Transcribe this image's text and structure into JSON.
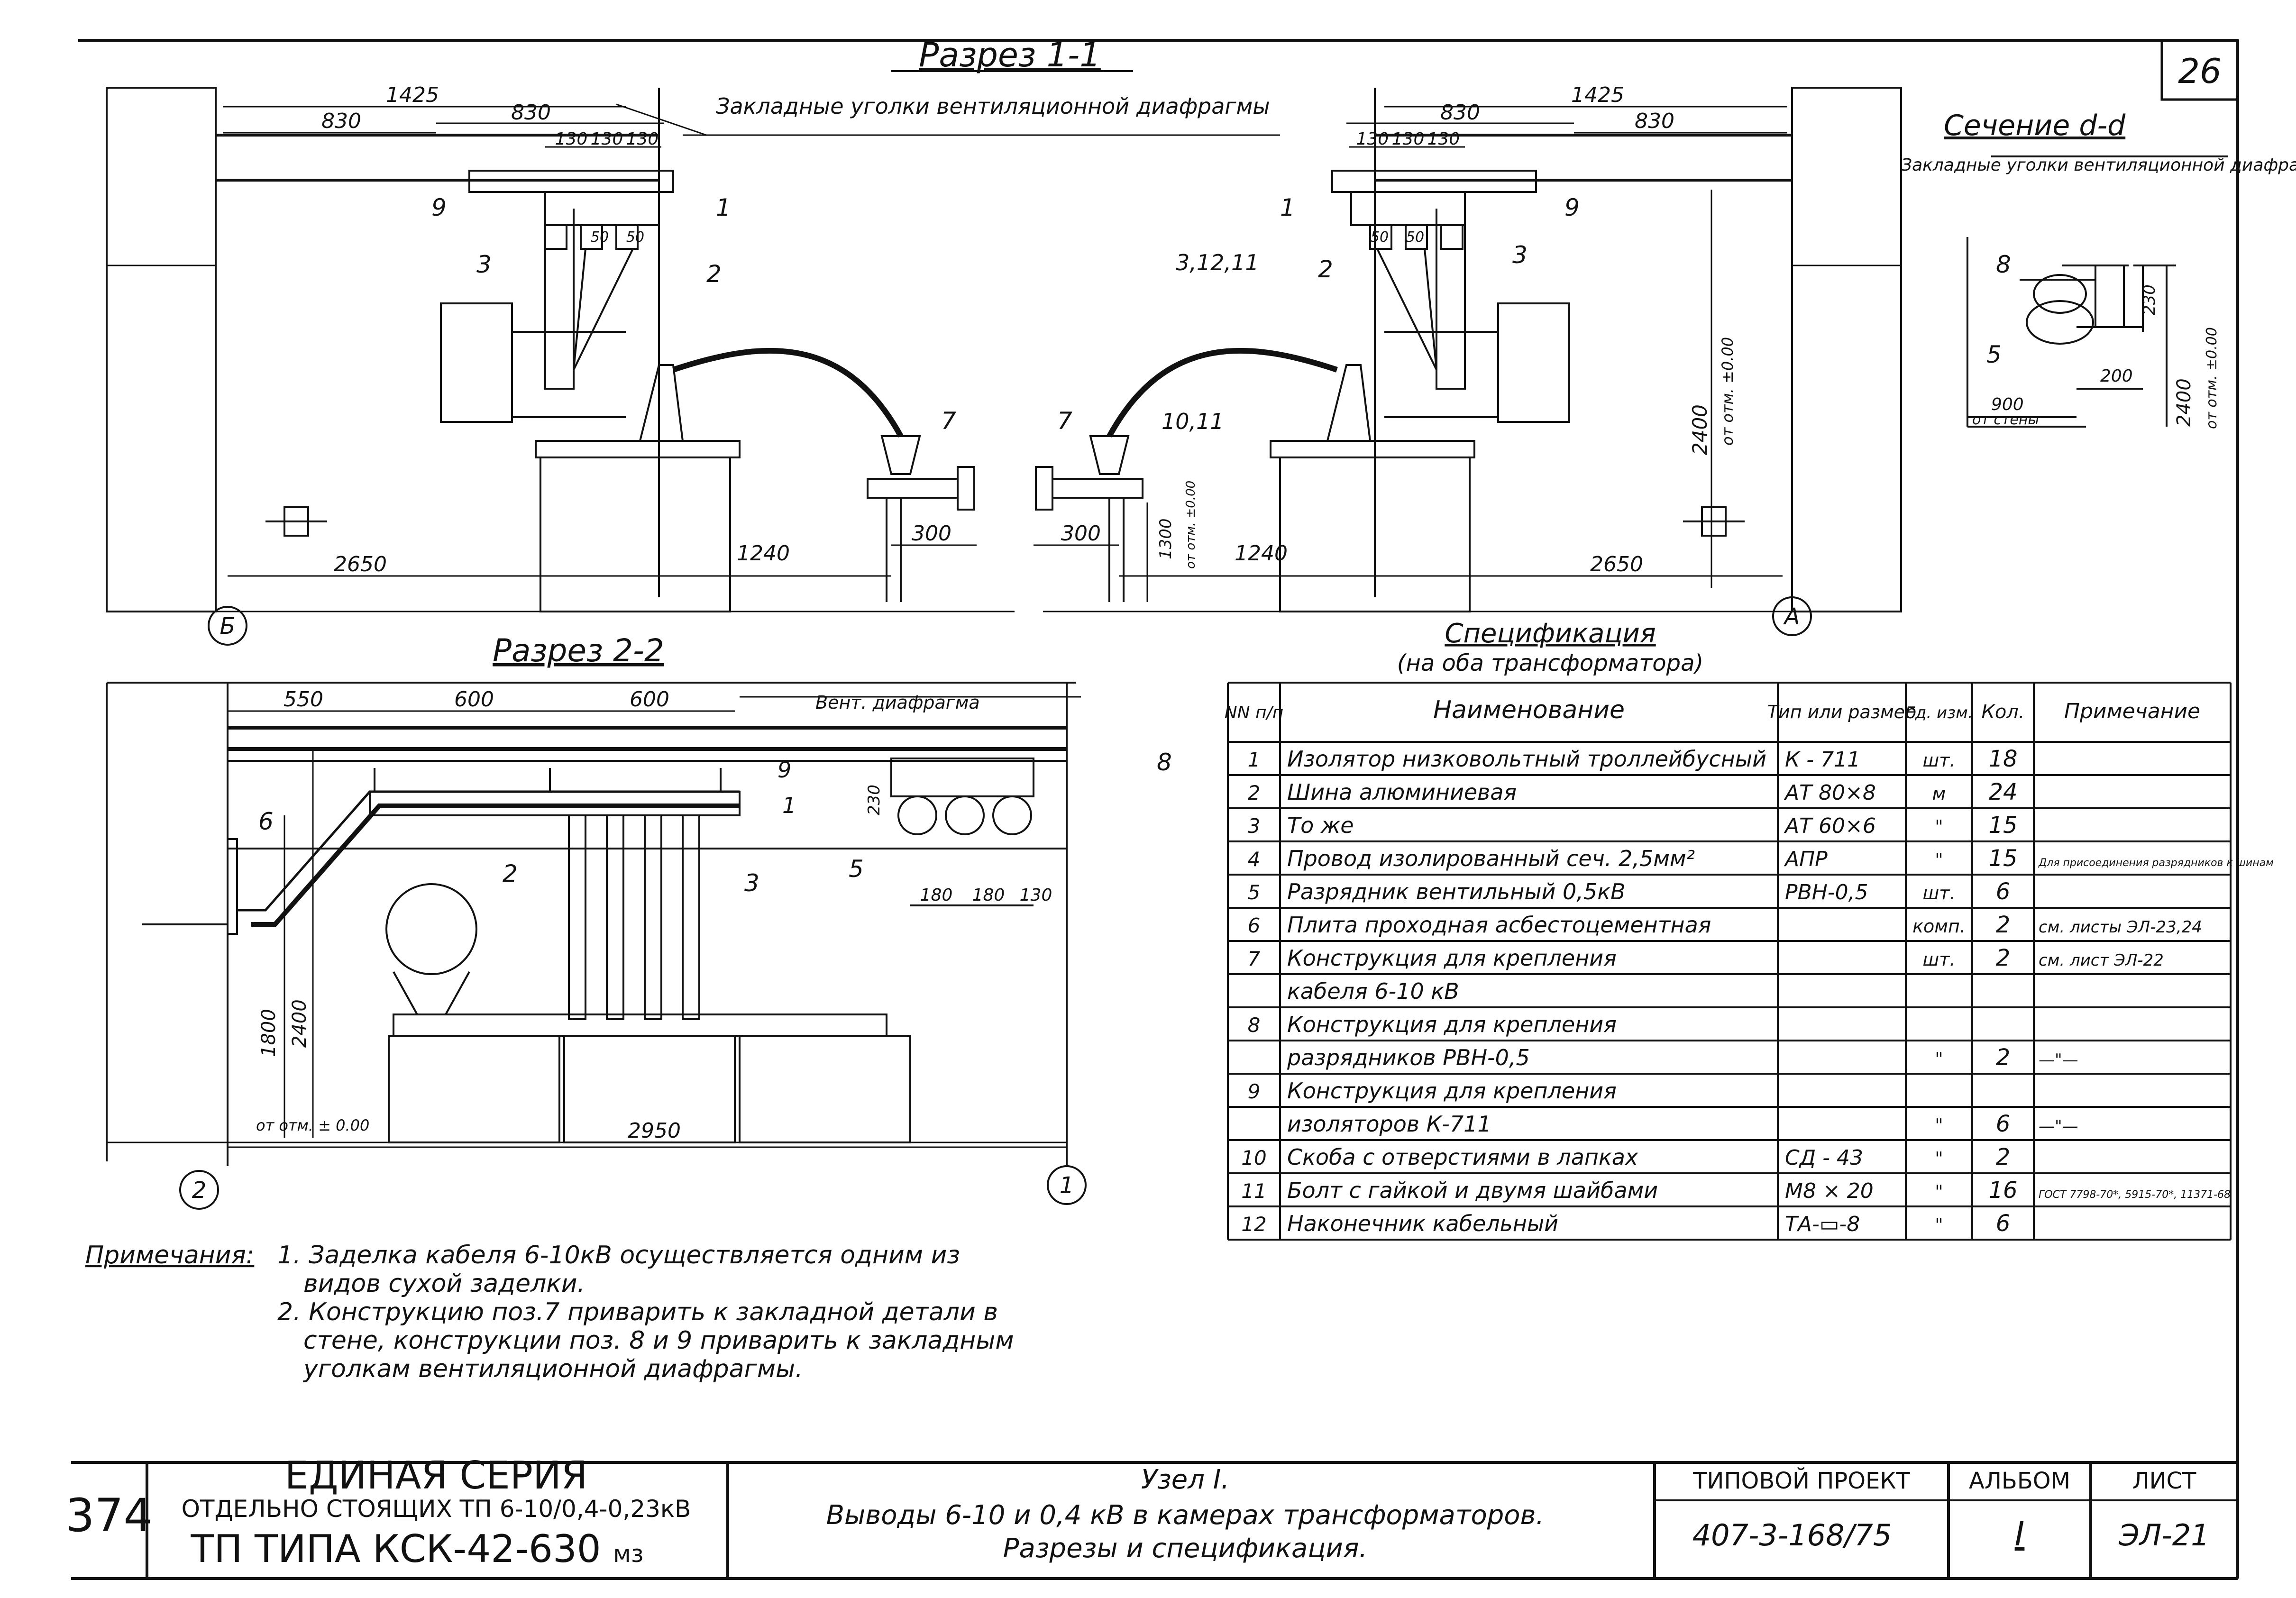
{
  "sheet": {
    "number": "26",
    "side_code": "374"
  },
  "section_11": {
    "title": "Разрез 1-1",
    "embedded_note": "Закладные уголки вентиляционной диафрагмы",
    "dim_1425": "1425",
    "dim_830": "830",
    "dim_130": "130",
    "dim_50": "50",
    "dim_2650": "2650",
    "dim_1240": "1240",
    "dim_300": "300",
    "dim_1300": "1300",
    "dim_1300_note": "от отм. ±0.00",
    "dim_2400": "2400",
    "dim_2400_note": "от отм. ±0.00",
    "pos_1": "1",
    "pos_2": "2",
    "pos_3": "3",
    "pos_7": "7",
    "pos_9": "9",
    "pos_3_12_11": "3,12,11",
    "pos_10_11": "10,11",
    "axis_b": "Б",
    "axis_a": "А"
  },
  "section_dd": {
    "title": "Сечение d-d",
    "note": "Закладные уголки вентиляционной диафрагмы.",
    "pos_8": "8",
    "pos_5": "5",
    "dim_230": "230",
    "dim_200": "200",
    "dim_900": "900",
    "dim_900_note": "от стены",
    "dim_2400": "2400",
    "dim_2400_note": "от отм. ±0.00"
  },
  "section_22": {
    "title": "Разрез 2-2",
    "vent_label": "Вент. диафрагма",
    "dim_550": "550",
    "dim_600": "600",
    "dim_230": "230",
    "dim_180": "180",
    "dim_130": "130",
    "dim_1800": "1800",
    "dim_2400": "2400",
    "dim_mark_note": "от отм. ± 0.00",
    "dim_2950": "2950",
    "pos_1": "1",
    "pos_2": "2",
    "pos_3": "3",
    "pos_5": "5",
    "pos_6": "6",
    "pos_8": "8",
    "pos_9": "9",
    "axis_2": "2",
    "axis_1": "1"
  },
  "spec": {
    "title": "Спецификация",
    "subtitle": "(на оба трансформатора)",
    "headers": {
      "num": "NN п/п",
      "name": "Наименование",
      "type": "Тип или размер",
      "unit": "Ед. изм.",
      "qty": "Кол.",
      "note": "Примечание"
    },
    "rows": [
      {
        "num": "1",
        "name": "Изолятор низковольтный троллейбусный",
        "type": "К - 711",
        "unit": "шт.",
        "qty": "18",
        "note": ""
      },
      {
        "num": "2",
        "name": "Шина алюминиевая",
        "type": "АТ 80×8",
        "unit": "м",
        "qty": "24",
        "note": ""
      },
      {
        "num": "3",
        "name": "То же",
        "type": "АТ 60×6",
        "unit": "\"",
        "qty": "15",
        "note": ""
      },
      {
        "num": "4",
        "name": "Провод изолированный сеч. 2,5мм²",
        "type": "АПР",
        "unit": "\"",
        "qty": "15",
        "note": "Для присоединения разрядников к шинам"
      },
      {
        "num": "5",
        "name": "Разрядник вентильный 0,5кВ",
        "type": "РВН-0,5",
        "unit": "шт.",
        "qty": "6",
        "note": ""
      },
      {
        "num": "6",
        "name": "Плита проходная асбестоцементная",
        "type": "",
        "unit": "комп.",
        "qty": "2",
        "note": "см. листы ЭЛ-23,24"
      },
      {
        "num": "7",
        "name": "Конструкция для крепления",
        "type": "",
        "unit": "шт.",
        "qty": "2",
        "note": "см. лист ЭЛ-22"
      },
      {
        "num": "",
        "name": "кабеля 6-10 кВ",
        "type": "",
        "unit": "",
        "qty": "",
        "note": ""
      },
      {
        "num": "8",
        "name": "Конструкция для крепления",
        "type": "",
        "unit": "",
        "qty": "",
        "note": ""
      },
      {
        "num": "",
        "name": "разрядников РВН-0,5",
        "type": "",
        "unit": "\"",
        "qty": "2",
        "note": "—\"—"
      },
      {
        "num": "9",
        "name": "Конструкция для крепления",
        "type": "",
        "unit": "",
        "qty": "",
        "note": ""
      },
      {
        "num": "",
        "name": "изоляторов К-711",
        "type": "",
        "unit": "\"",
        "qty": "6",
        "note": "—\"—"
      },
      {
        "num": "10",
        "name": "Скоба с отверстиями в лапках",
        "type": "СД - 43",
        "unit": "\"",
        "qty": "2",
        "note": ""
      },
      {
        "num": "11",
        "name": "Болт с гайкой и двумя шайбами",
        "type": "М8 × 20",
        "unit": "\"",
        "qty": "16",
        "note": "ГОСТ 7798-70*, 5915-70*, 11371-68"
      },
      {
        "num": "12",
        "name": "Наконечник кабельный",
        "type": "ТА-▭-8",
        "unit": "\"",
        "qty": "6",
        "note": ""
      }
    ]
  },
  "notes": {
    "label": "Примечания:",
    "lines": [
      "1. Заделка кабеля 6-10кВ осуществляется одним из",
      "видов сухой заделки.",
      "2. Конструкцию поз.7 приварить к закладной детали в",
      "стене, конструкции поз. 8 и 9 приварить к закладным",
      "уголкам вентиляционной диафрагмы."
    ]
  },
  "title_block": {
    "series_title": "ЕДИНАЯ СЕРИЯ",
    "series_sub": "ОТДЕЛЬНО СТОЯЩИХ ТП 6-10/0,4-0,23кВ",
    "tp_type": "ТП ТИПА КСК-42-630",
    "tp_unit": "мз",
    "node_title": "Узел I.",
    "description_1": "Выводы 6-10 и 0,4 кВ в камерах трансформаторов.",
    "description_2": "Разрезы и спецификация.",
    "project_label": "ТИПОВОЙ ПРОЕКТ",
    "project_value": "407-3-168/75",
    "album_label": "АЛЬБОМ",
    "album_value": "I",
    "sheet_label": "ЛИСТ",
    "sheet_value": "ЭЛ-21"
  }
}
